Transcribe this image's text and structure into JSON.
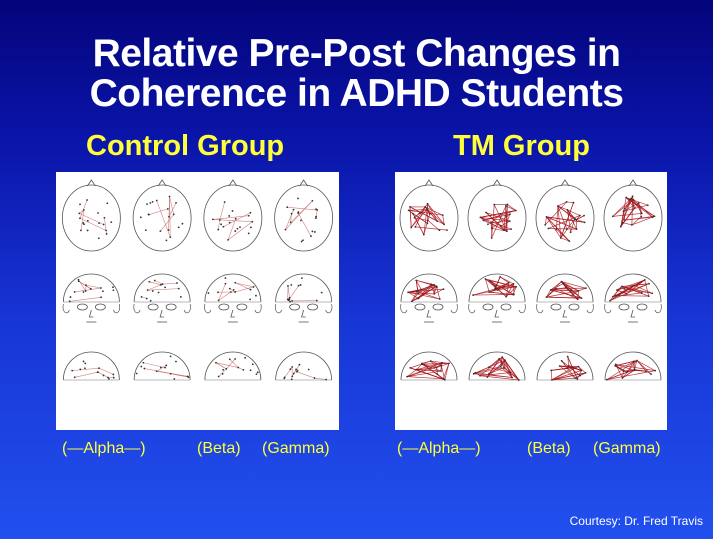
{
  "slide": {
    "title_line1": "Relative Pre-Post Changes in",
    "title_line2": "Coherence in ADHD Students",
    "credit": "Courtesy: Dr. Fred  Travis"
  },
  "groups": [
    {
      "title": "Control Group",
      "band_labels": [
        "(—Alpha—)",
        "(Beta)",
        "(Gamma)"
      ],
      "line_color": "#c86a6a",
      "density": "sparse"
    },
    {
      "title": "TM Group",
      "band_labels": [
        "(—Alpha—)",
        "(Beta)",
        "(Gamma)"
      ],
      "line_color": "#a8141a",
      "density": "dense"
    }
  ],
  "head_views": [
    "top",
    "front",
    "back"
  ]
}
